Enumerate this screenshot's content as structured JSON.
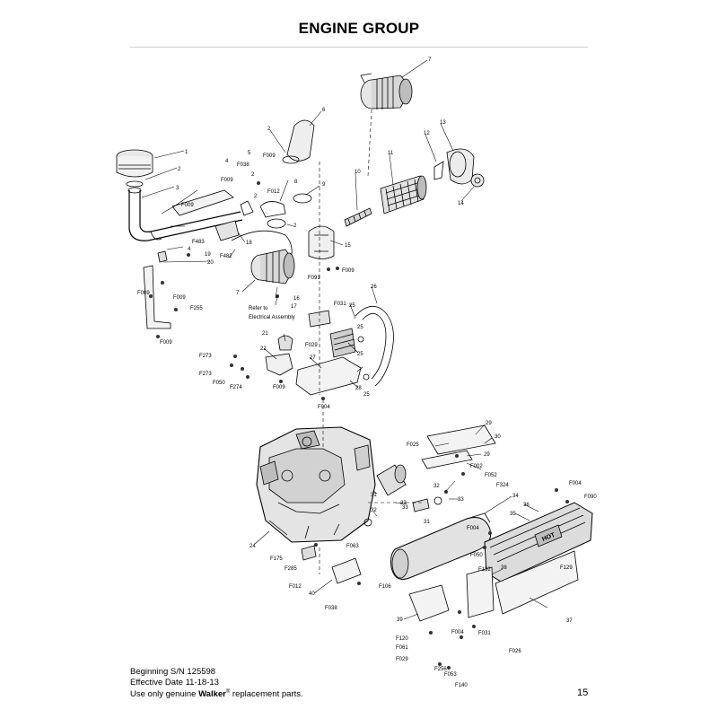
{
  "header": {
    "title": "ENGINE GROUP"
  },
  "labels": {
    "l1": "1",
    "l2a": "2",
    "l2b": "2",
    "l2c": "2",
    "l2d": "2",
    "l3": "3",
    "l4a": "4",
    "l4b": "4",
    "l5": "5",
    "l6": "6",
    "l7a": "7",
    "l7b": "7",
    "l8": "8",
    "l9": "9",
    "l10": "10",
    "l11": "11",
    "l12": "12",
    "l13": "13",
    "l14": "14",
    "l15": "15",
    "l16": "16",
    "l17": "17",
    "l18": "18",
    "l19": "19",
    "l20": "20",
    "l21": "21",
    "l22": "22",
    "l23": "23",
    "l24": "24",
    "l25a": "25",
    "l25b": "25",
    "l25c": "25",
    "l25d": "25",
    "l26": "26",
    "l27": "27",
    "l28": "28",
    "l29a": "29",
    "l29b": "29",
    "l30": "30",
    "l31": "31",
    "l32a": "32",
    "l32b": "32",
    "l33a": "33",
    "l33b": "33",
    "l34": "34",
    "l35": "35",
    "l36": "36",
    "l37": "37",
    "l38": "38",
    "l39": "39",
    "l40": "40",
    "F009a": "F009",
    "F009b": "F009",
    "F009c": "F009",
    "F009d": "F009",
    "F009e": "F009",
    "F009f": "F009",
    "F009g": "F009",
    "F009h": "F009",
    "F009i": "F009",
    "F038a": "F038",
    "F038b": "F038",
    "F012a": "F012",
    "F012b": "F012",
    "F483": "F483",
    "F482": "F482",
    "F091": "F091",
    "F255": "F255",
    "F031a": "F031",
    "F031b": "F031",
    "F029a": "F029",
    "F029b": "F029",
    "F273a": "F273",
    "F273b": "F273",
    "F050a": "F050",
    "F050b": "F050",
    "F274": "F274",
    "F004a": "F004",
    "F004b": "F004",
    "F004c": "F004",
    "F004d": "F004",
    "F025": "F025",
    "F002": "F002",
    "F052": "F052",
    "F324": "F324",
    "F090": "F090",
    "F175": "F175",
    "F285": "F285",
    "F063": "F063",
    "F106": "F106",
    "F132": "F132",
    "F129": "F129",
    "F120": "F120",
    "F061": "F061",
    "F256": "F256",
    "F053": "F053",
    "F140": "F140",
    "F026": "F026",
    "refer1": "Refer to",
    "refer2": "Electrical Assembly",
    "hot": "HOT"
  },
  "footer": {
    "line1": "Beginning S/N 125598",
    "line2": "Effective Date 11-18-13",
    "line3_pre": "Use only genuine ",
    "line3_brand": "Walker",
    "line3_reg": "®",
    "line3_post": " replacement parts.",
    "page_number": "15"
  }
}
